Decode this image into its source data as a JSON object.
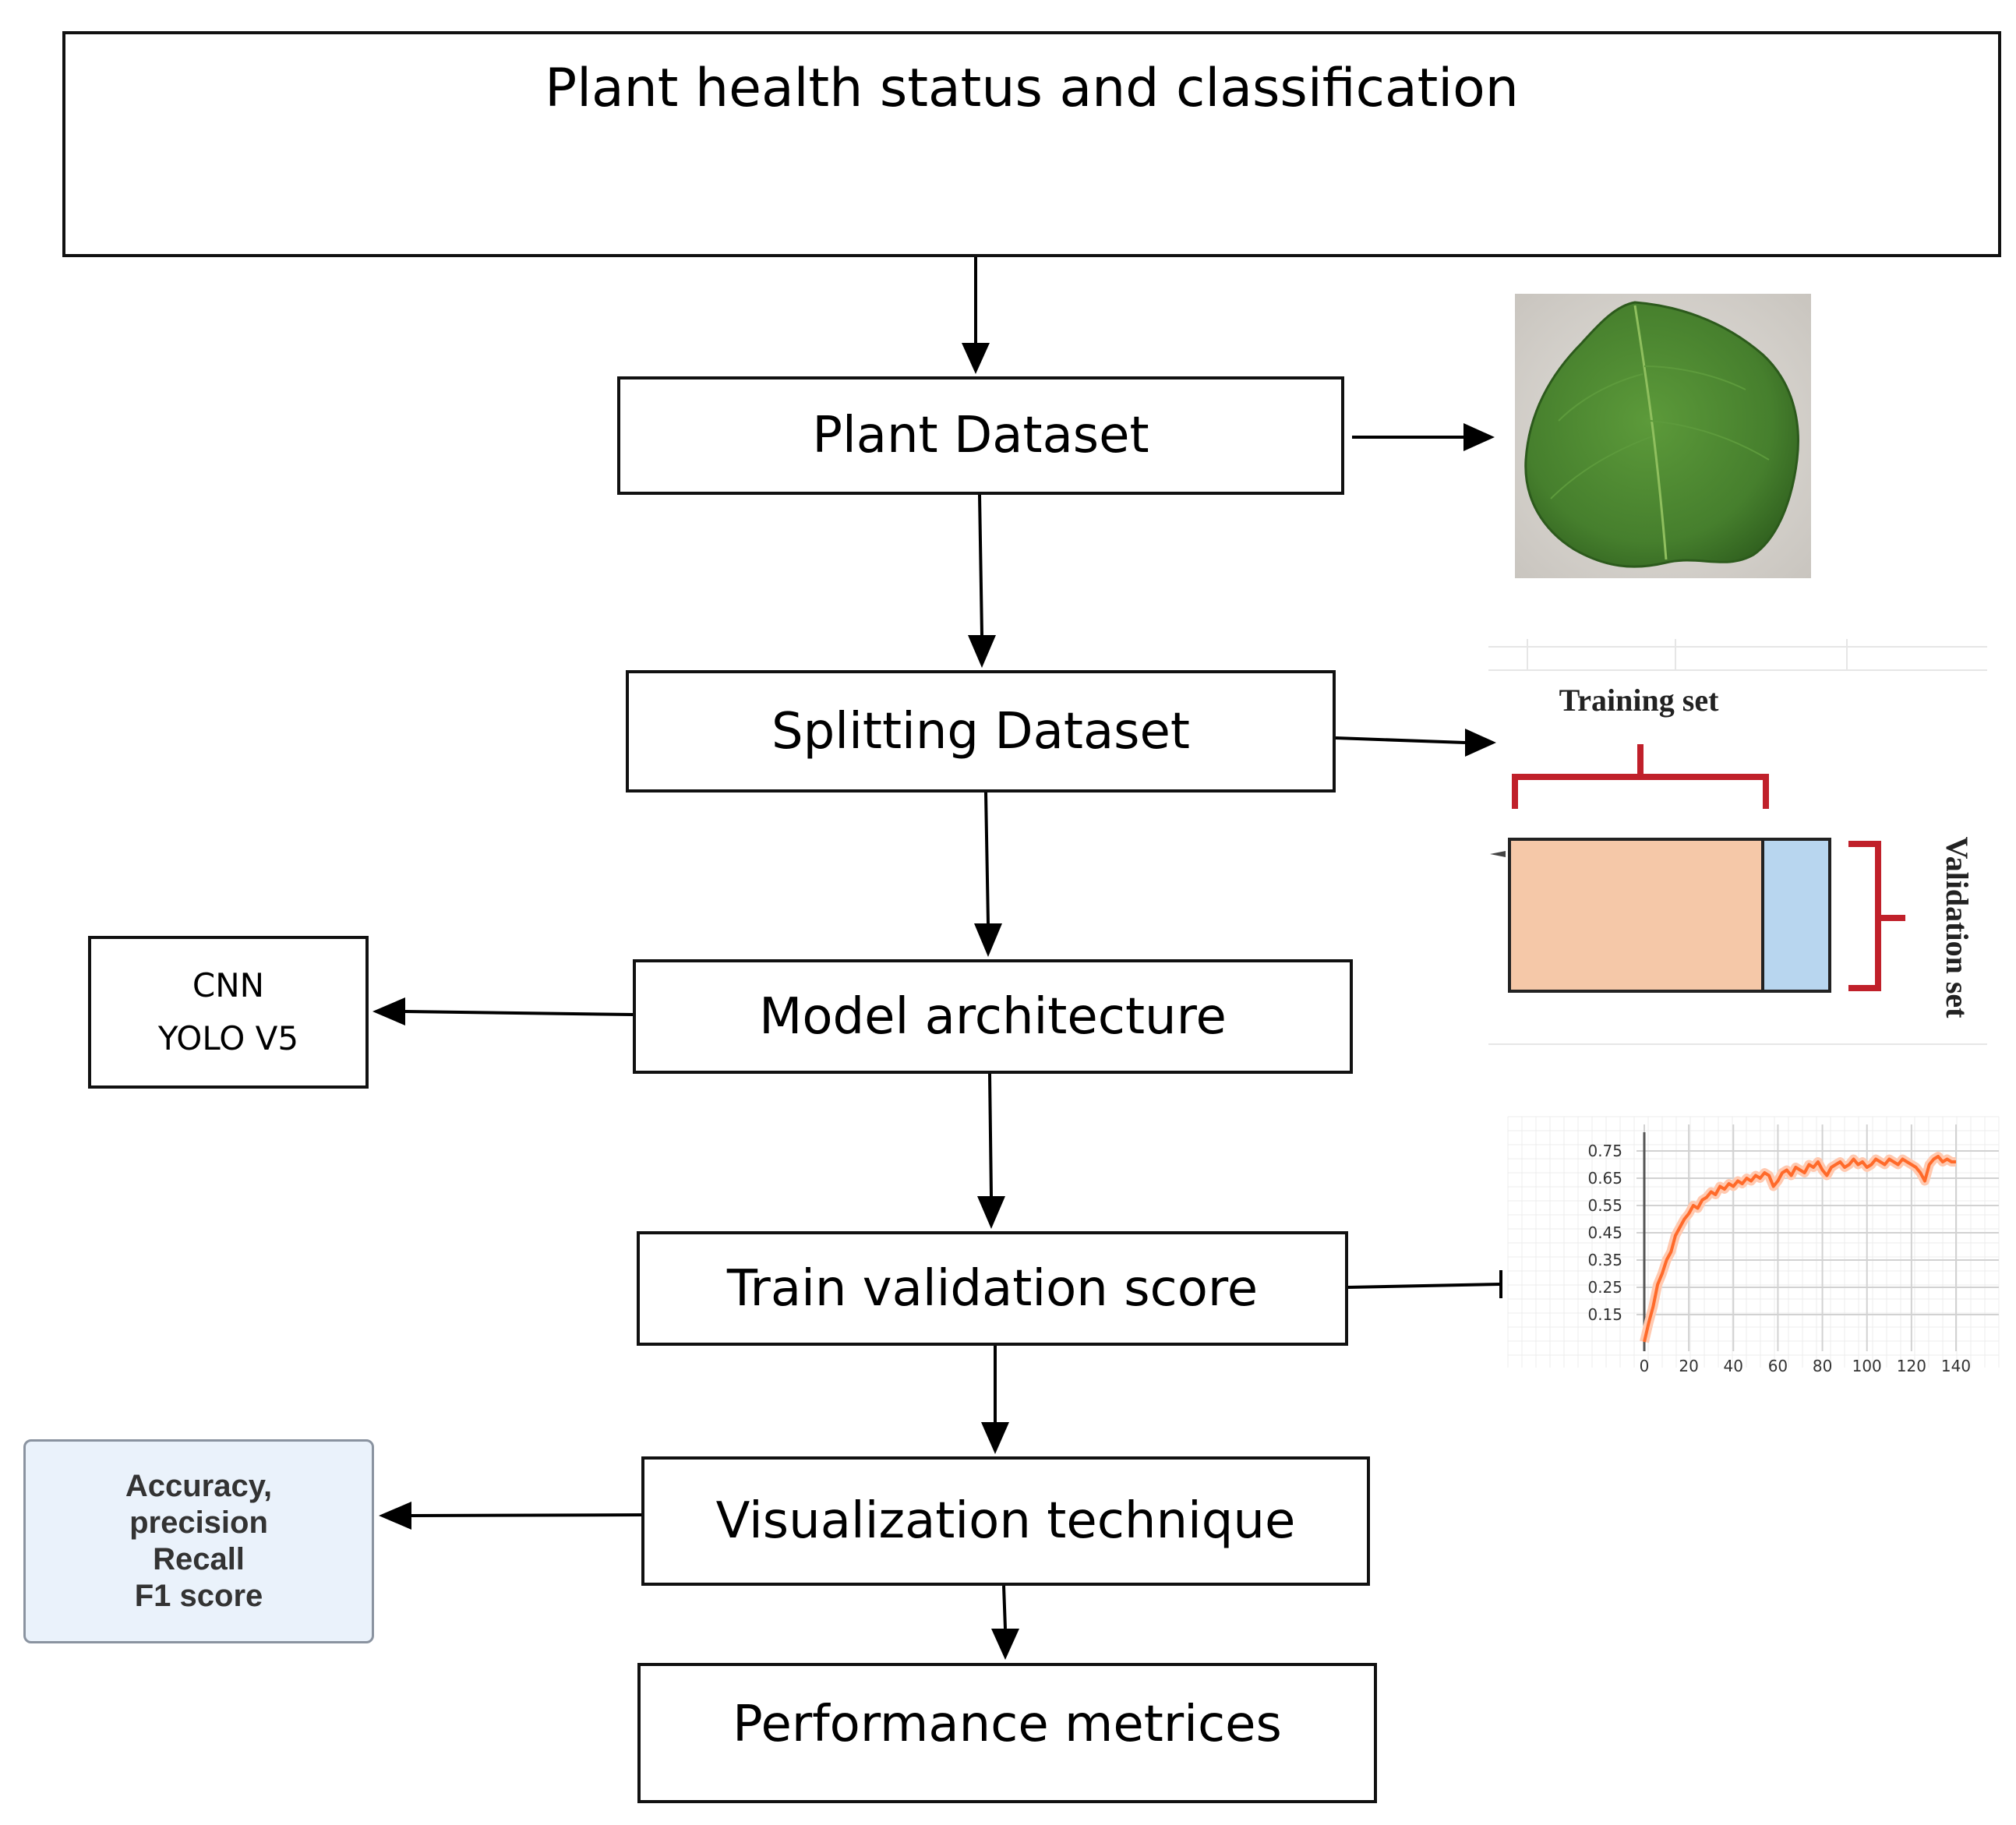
{
  "title": "Plant health status and classification",
  "steps": [
    "Plant Dataset",
    "Splitting Dataset",
    "Model architecture",
    "Train validation score",
    "Visualization technique",
    "Performance metrices"
  ],
  "models": [
    "CNN",
    "YOLO V5"
  ],
  "metrics": [
    "Accuracy,",
    "precision",
    "Recall",
    "F1 score"
  ],
  "split_figure": {
    "training_label": "Training set",
    "validation_label": "Validation set",
    "training_color": "#f5c8a8",
    "validation_color": "#b8d6ef",
    "bracket_color": "#c0202a"
  },
  "chart_data": {
    "type": "line",
    "x_ticks": [
      "0",
      "20",
      "40",
      "60",
      "80",
      "100",
      "120",
      "140"
    ],
    "y_ticks": [
      "0.75",
      "0.65",
      "0.55",
      "0.45",
      "0.35",
      "0.25",
      "0.15"
    ],
    "xlim": [
      0,
      140
    ],
    "ylim": [
      0.05,
      0.77
    ],
    "grid": true,
    "line_color": "#ff6a2a",
    "x": [
      0,
      2,
      4,
      6,
      8,
      10,
      12,
      14,
      16,
      18,
      20,
      22,
      24,
      26,
      28,
      30,
      32,
      34,
      36,
      38,
      40,
      42,
      44,
      46,
      48,
      50,
      52,
      54,
      56,
      58,
      60,
      62,
      64,
      66,
      68,
      70,
      72,
      74,
      76,
      78,
      80,
      82,
      84,
      86,
      88,
      90,
      92,
      94,
      96,
      98,
      100,
      102,
      104,
      106,
      108,
      110,
      112,
      114,
      116,
      118,
      120,
      122,
      124,
      126,
      128,
      130,
      132,
      134,
      136,
      138,
      140
    ],
    "y": [
      0.05,
      0.12,
      0.18,
      0.26,
      0.3,
      0.35,
      0.38,
      0.44,
      0.47,
      0.5,
      0.52,
      0.55,
      0.54,
      0.57,
      0.58,
      0.6,
      0.59,
      0.62,
      0.61,
      0.63,
      0.62,
      0.64,
      0.63,
      0.65,
      0.64,
      0.66,
      0.65,
      0.67,
      0.66,
      0.62,
      0.64,
      0.67,
      0.68,
      0.66,
      0.69,
      0.68,
      0.67,
      0.7,
      0.69,
      0.71,
      0.68,
      0.66,
      0.69,
      0.7,
      0.71,
      0.69,
      0.7,
      0.72,
      0.7,
      0.71,
      0.69,
      0.7,
      0.72,
      0.71,
      0.7,
      0.72,
      0.71,
      0.7,
      0.72,
      0.71,
      0.7,
      0.69,
      0.67,
      0.64,
      0.7,
      0.72,
      0.73,
      0.71,
      0.72,
      0.71,
      0.71
    ]
  }
}
